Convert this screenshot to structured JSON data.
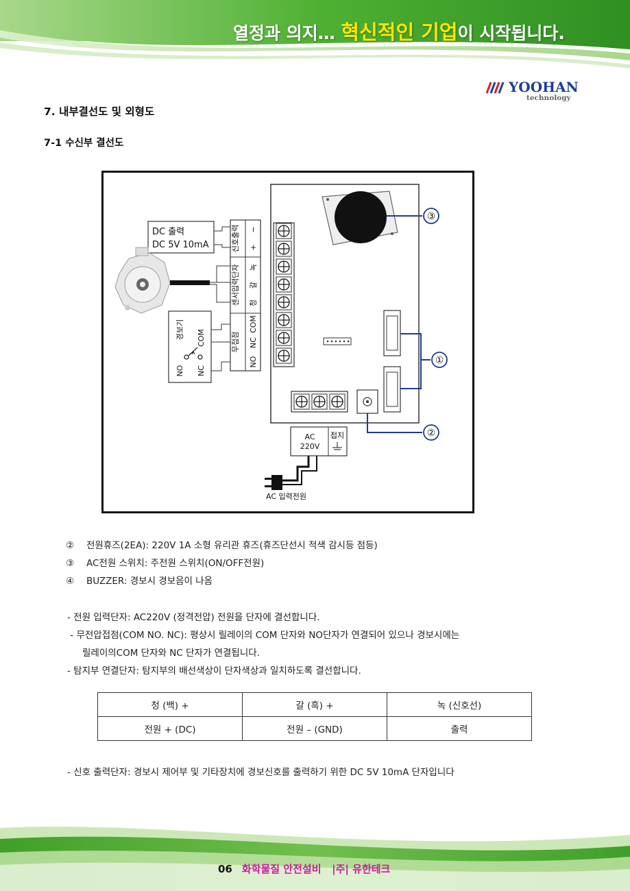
{
  "header": {
    "slogan_part1": "열정과 의지… ",
    "slogan_highlight": "혁신적인 기업",
    "slogan_part2": "이 시작됩니다.",
    "logo": {
      "brand": "YOOHAN",
      "sub": "technology"
    }
  },
  "section": {
    "title": "7. 내부결선도 및 외형도",
    "subtitle": "7-1 수신부 결선도"
  },
  "diagram": {
    "dc_out_line1": "DC 출력",
    "dc_out_line2": "DC 5V 10mA",
    "terminal_groups": {
      "signal_output": "신호출력",
      "sensor_input": "센서입력단자",
      "dry_contact": "무접점"
    },
    "signal_terms": [
      "+",
      "−"
    ],
    "sensor_terms": [
      "녹",
      "갈",
      "청"
    ],
    "contact_terms": [
      "COM",
      "NC",
      "NO"
    ],
    "alarm_label": "경보기",
    "alarm_com": "COM",
    "alarm_no": "NO",
    "alarm_nc": "NC",
    "ac_label": "AC",
    "ac_voltage": "220V",
    "ground_label": "접지",
    "ac_input_label": "AC 입력전원",
    "callout_1": "①",
    "callout_2": "②",
    "callout_3": "③"
  },
  "notes": [
    {
      "num": "②",
      "text": "전원휴즈(2EA): 220V 1A 소형 유리관 휴즈(휴즈단선시 적색 감시등 점등)"
    },
    {
      "num": "③",
      "text": "AC전원 스위치: 주전원 스위치(ON/OFF전원)"
    },
    {
      "num": "④",
      "text": "BUZZER: 경보시 경보음이 나옴"
    }
  ],
  "descriptions": [
    "- 전원 입력단자: AC220V (정격전압) 전원을 단자에 결선합니다.",
    " - 무전압접점(COM NO. NC): 평상시 릴레이의 COM 단자와 NO단자가 연결되어 있으나 경보시에는",
    "릴레이의COM 단자와 NC 단자가 연결됩니다.",
    "- 탐지부 연결단자: 탐지부의 배선색상이 단자색상과 일치하도록 결선합니다."
  ],
  "wiring_table": {
    "rows": [
      [
        "청 (백) +",
        "갈 (흑) +",
        "녹 (신호선)"
      ],
      [
        "전원 + (DC)",
        "전원 – (GND)",
        "출력"
      ]
    ]
  },
  "signal_note": "- 신호 출력단자: 경보시 제어부 및 기타장치에 경보신호를 출력하기 위한 DC 5V 10mA 단자입니다",
  "footer": {
    "page_number": "06",
    "title": "화학물질 안전설비   |주| 유한테크"
  },
  "colors": {
    "banner_green": "#3da02c",
    "highlight_yellow": "#ffe600",
    "footer_magenta": "#cc1a9e",
    "logo_blue": "#1c3f9a",
    "logo_red": "#d8202a",
    "callout_blue": "#1e3a8c"
  }
}
